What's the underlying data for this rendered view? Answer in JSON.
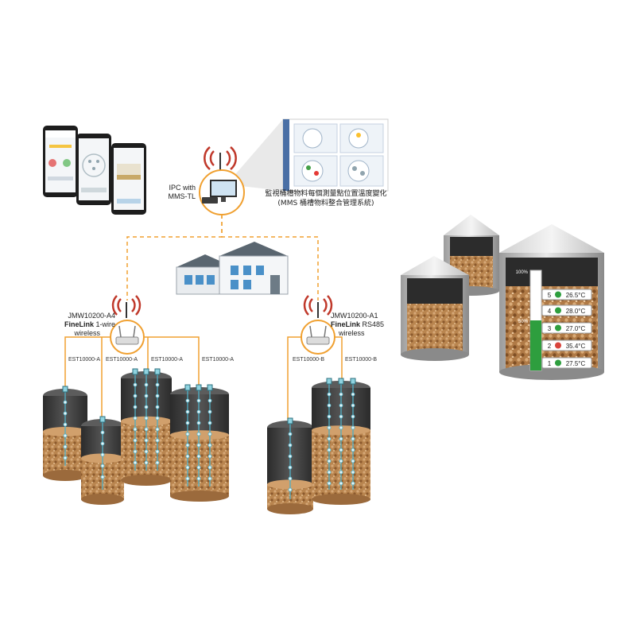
{
  "colors": {
    "wire": "#f0a030",
    "antenna": "#c0392b",
    "silo_body": "#3a3a3a",
    "grain": "#b07a46",
    "sensor": "#4fb0c6",
    "level_green": "#2e9e3e",
    "temp_red": "#d8433b"
  },
  "ipc": {
    "title_line1": "IPC with",
    "title_line2": "MMS-TL",
    "caption_line1": "監視桶槽物料每個測量點位置溫度變化",
    "caption_line2": "(MMS 桶槽物料整合管理系統)"
  },
  "gateway_left": {
    "model": "JMW10200-A4",
    "brand": "FineLink",
    "mode": "1-wire",
    "suffix": "wireless",
    "cables": [
      "EST10000-A",
      "EST10000-A",
      "EST10000-A",
      "EST10000-A"
    ]
  },
  "gateway_right": {
    "model": "JMW10200-A1",
    "brand": "FineLink",
    "mode": "RS485",
    "suffix": "wireless",
    "cables": [
      "EST10000-B",
      "EST10000-B"
    ]
  },
  "big_silo": {
    "level_top": "100%",
    "level_mid": "50%",
    "level_fraction": 0.5,
    "sensors": [
      {
        "index": "5",
        "temp": "26.5°C",
        "status": "green"
      },
      {
        "index": "4",
        "temp": "28.0°C",
        "status": "green"
      },
      {
        "index": "3",
        "temp": "27.0°C",
        "status": "green"
      },
      {
        "index": "2",
        "temp": "35.4°C",
        "status": "red"
      },
      {
        "index": "1",
        "temp": "27.5°C",
        "status": "green"
      }
    ]
  },
  "icons": [
    "wireless-antenna-icon",
    "phone-app-icon",
    "monitor-icon",
    "building-icon",
    "gateway-router-icon"
  ]
}
